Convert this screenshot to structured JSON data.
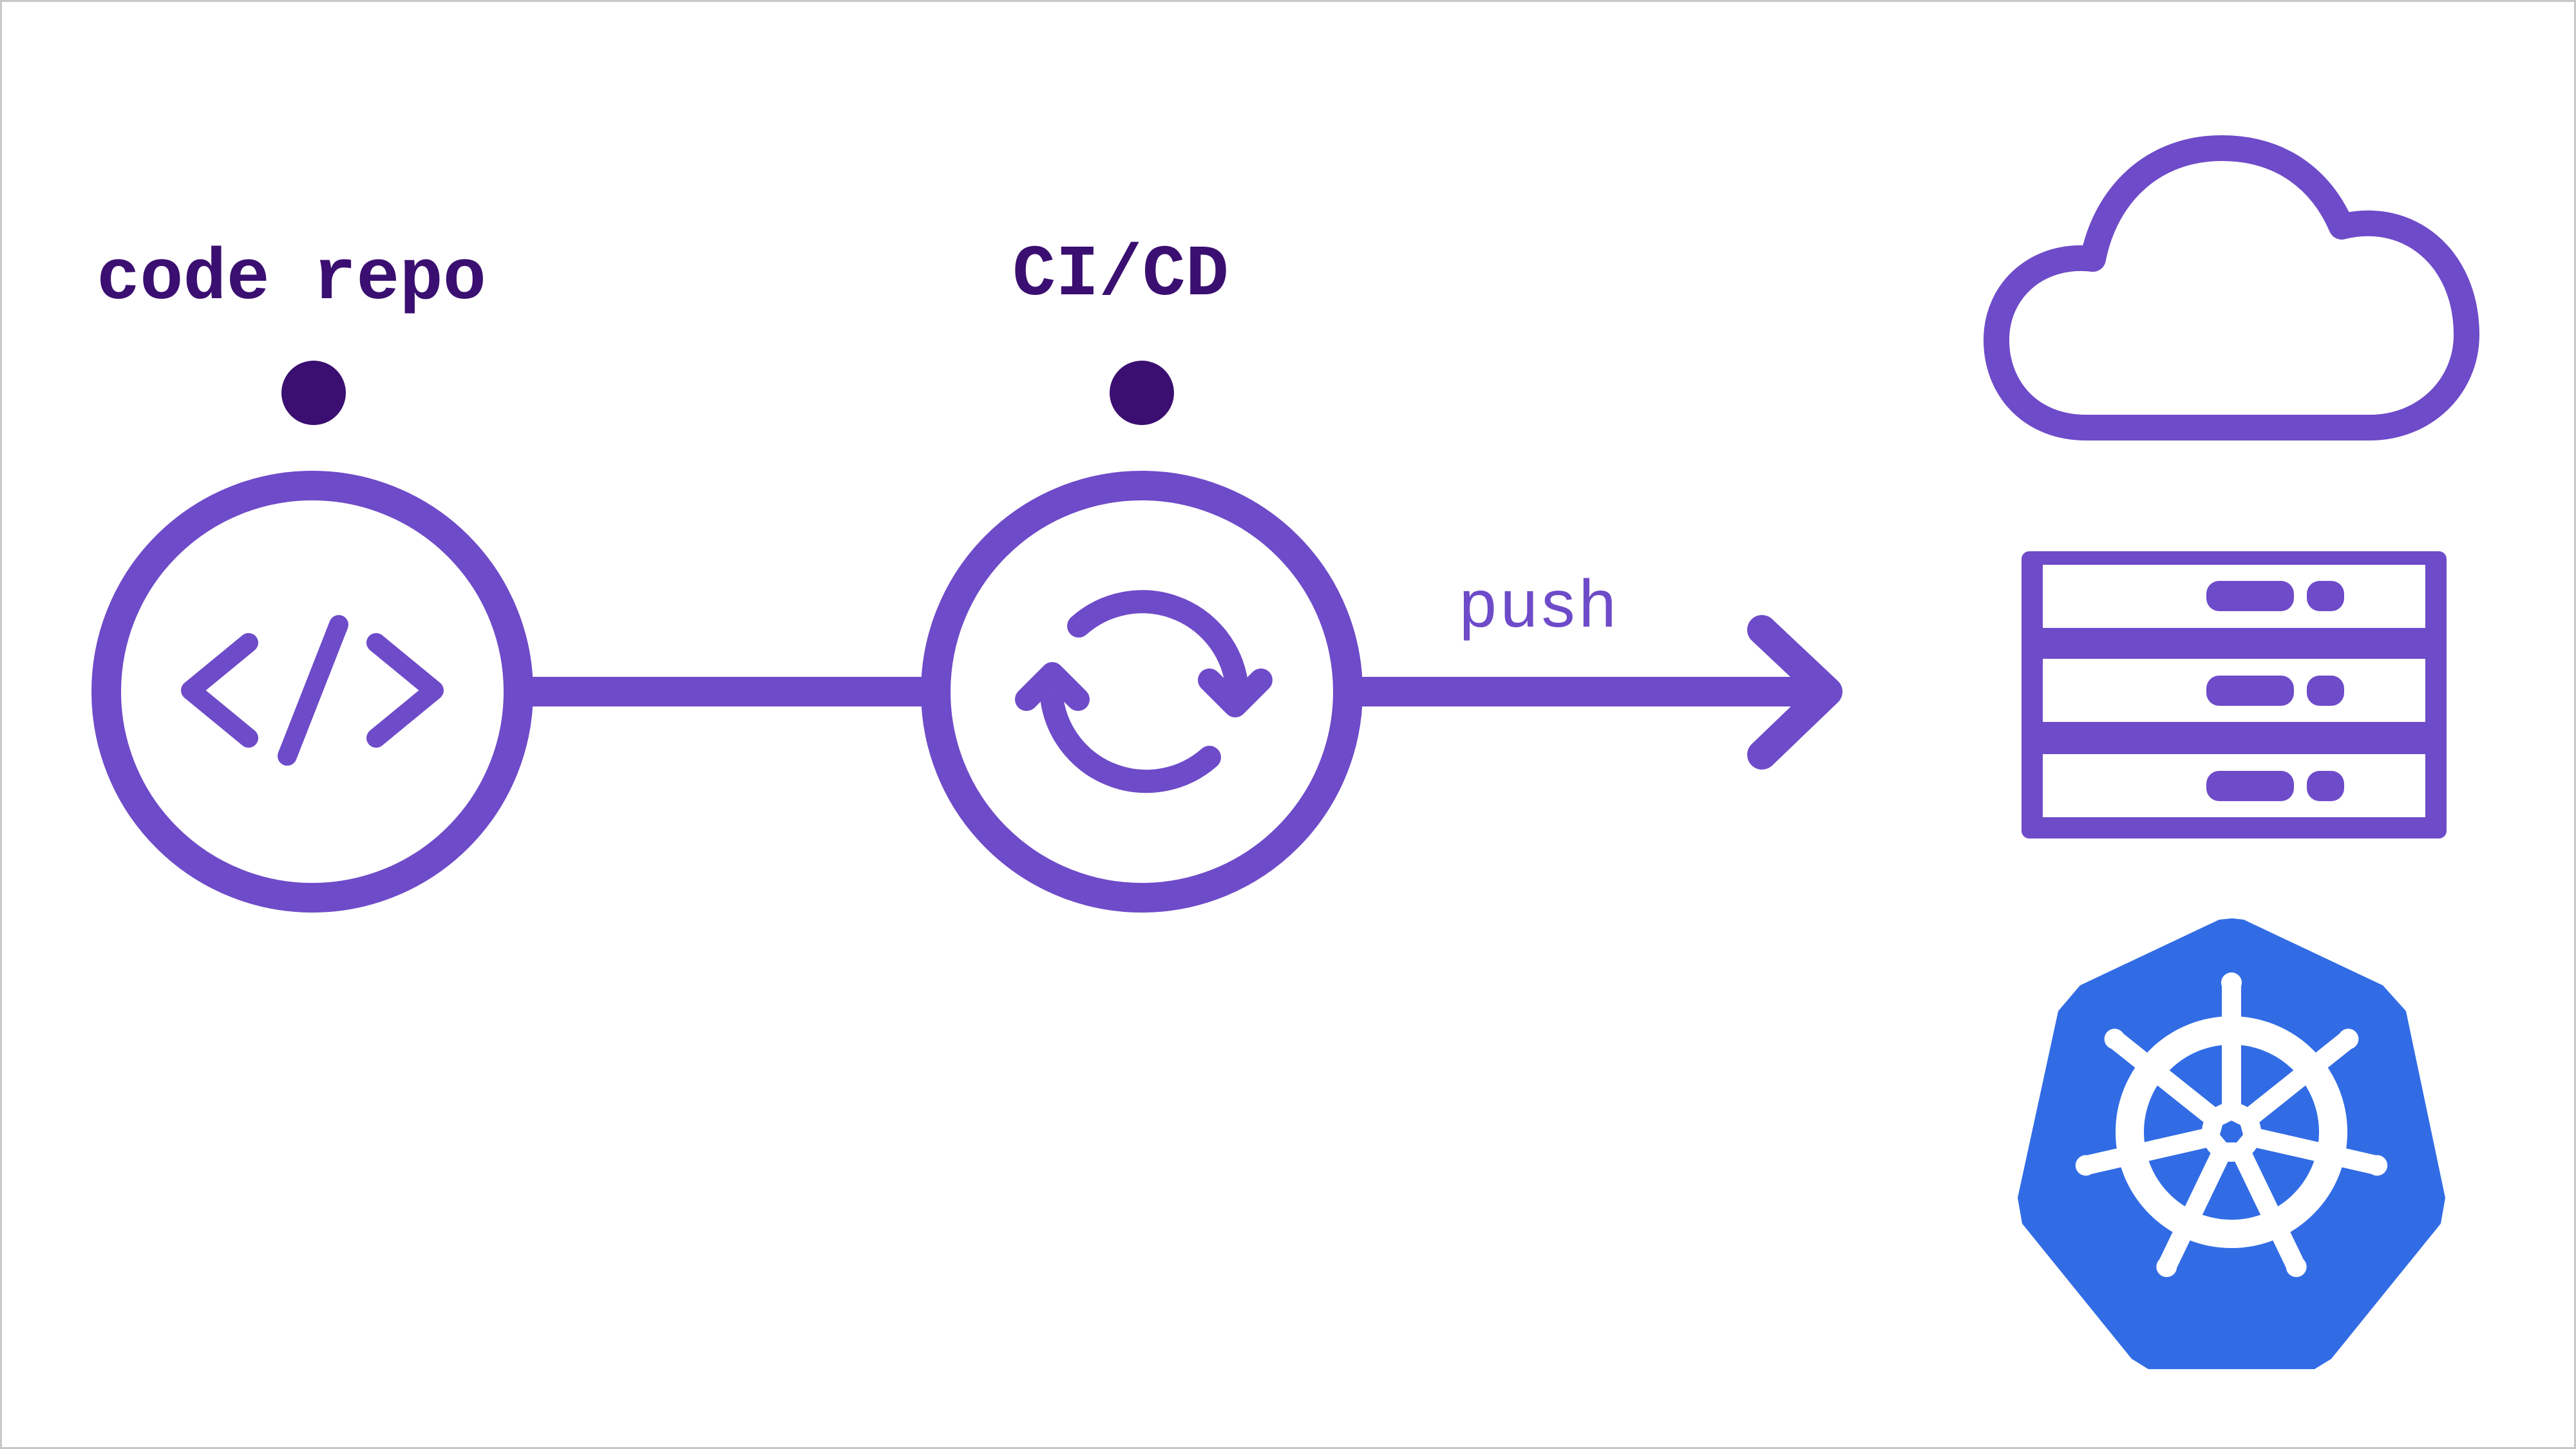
{
  "diagram": {
    "nodes": [
      {
        "id": "code-repo",
        "label": "code repo",
        "icon": "code-brackets-icon"
      },
      {
        "id": "ci-cd",
        "label": "CI/CD",
        "icon": "sync-arrows-icon"
      }
    ],
    "edges": [
      {
        "from": "code-repo",
        "to": "ci-cd",
        "label": ""
      },
      {
        "from": "ci-cd",
        "to": "targets",
        "label": "push"
      }
    ],
    "targets": [
      {
        "id": "cloud",
        "icon": "cloud-icon"
      },
      {
        "id": "servers",
        "icon": "server-rack-icon"
      },
      {
        "id": "kubernetes",
        "icon": "kubernetes-logo-icon"
      }
    ]
  },
  "colors": {
    "accent": "#6e4bc9",
    "label_dark": "#3b0f71",
    "kubernetes_blue": "#326ce5",
    "background": "#ffffff",
    "frame_border": "#c8c8c8"
  }
}
